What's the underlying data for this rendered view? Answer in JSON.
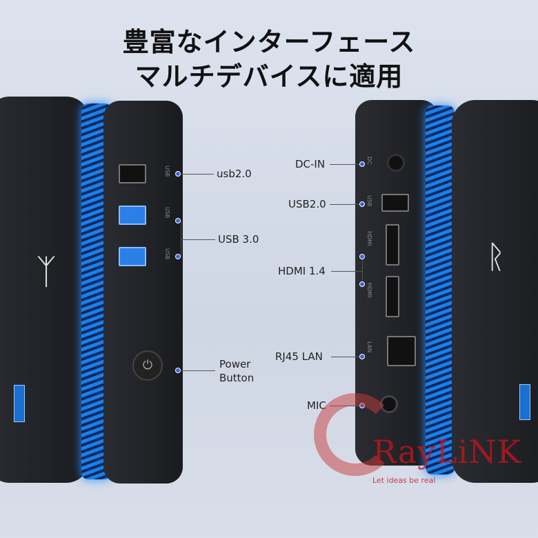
{
  "headline": {
    "line1": "豊富なインターフェース",
    "line2": "マルチデバイスに適用"
  },
  "left_callouts": {
    "usb2": "usb2.0",
    "usb3": "USB 3.0",
    "power_line1": "Power",
    "power_line2": "Button"
  },
  "right_callouts": {
    "dcin": "DC-IN",
    "usb2": "USB2.0",
    "hdmi": "HDMI 1.4",
    "lan": "RJ45 LAN",
    "mic": "MIC"
  },
  "port_markings": {
    "usb": "USB",
    "dc": "DC",
    "hdmi": "HDMI",
    "lan": "LAN"
  },
  "watermark": {
    "brand": "RayLiNK",
    "tagline": "Let ideas be real"
  },
  "colors": {
    "accent_blue": "#1c7fe8",
    "callout_dot": "#3b63d8",
    "watermark": "#c8141e"
  }
}
